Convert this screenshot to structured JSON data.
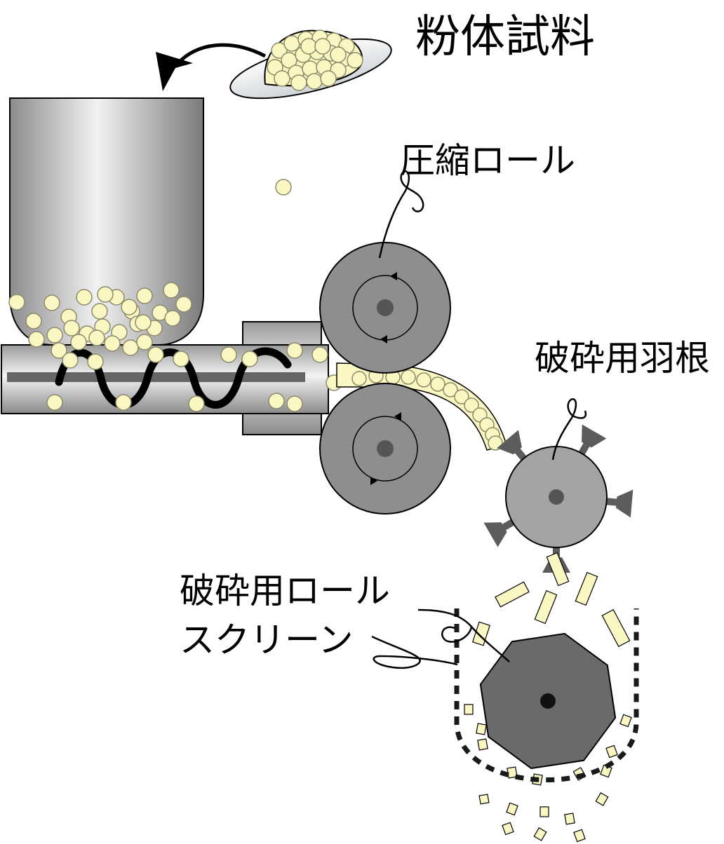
{
  "labels": {
    "powder_sample": "粉体試料",
    "compression_roll": "圧縮ロール",
    "crushing_blade": "破砕用羽根",
    "crushing_roll": "破砕用ロール",
    "screen": "スクリーン"
  },
  "colors": {
    "background": "#ffffff",
    "outline": "#000000",
    "particle_fill": "#fbf7c2",
    "particle_stroke": "#8a8a6a",
    "roll_fill": "#8e8e8e",
    "roll_hub": "#555555",
    "blade_fill": "#a4a4a4",
    "blade_tip": "#5c5c5c",
    "crusher_fill": "#6a6a6a",
    "screw": "#000000",
    "shaft": "#666666",
    "screen_dash": "#1a1a1a"
  },
  "icons": {
    "feed_arrow": "curved-arrow-icon",
    "rotation_arrow": "rotation-arrow-icon"
  }
}
